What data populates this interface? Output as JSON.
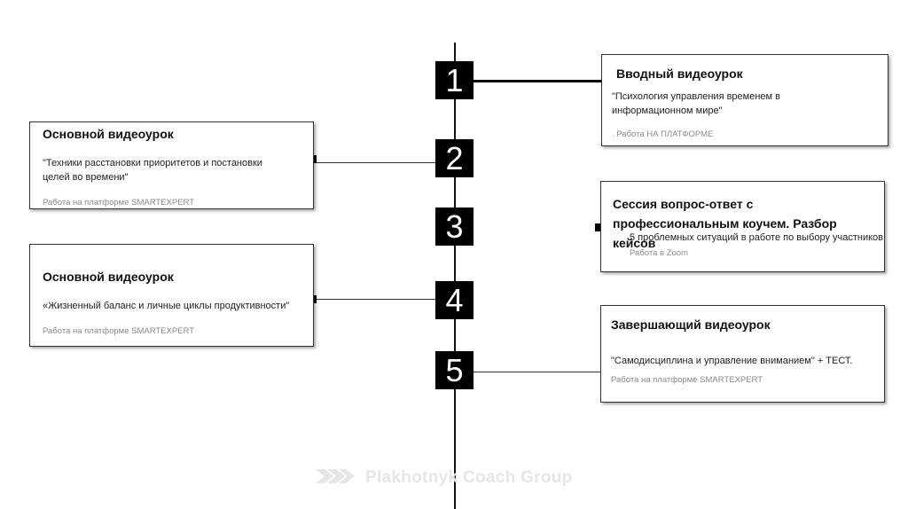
{
  "steps": [
    "1",
    "2",
    "3",
    "4",
    "5"
  ],
  "lessons": [
    {
      "title": "Вводный видеоурок",
      "description": "\"Психология управления временем в информационном мире\"",
      "platform": ". Работа НА ПЛАТФОРМЕ"
    },
    {
      "title": "Основной видеоурок",
      "description": "\"Техники расстановки приоритетов и постановки целей во времени\"",
      "platform": "Работа на платформе SMARTEXPERT"
    },
    {
      "title": "Сессия вопрос-ответ  с  профессиональным коучем. Разбор кейсов",
      "description": "5 проблемных ситуаций в работе по выбору участников",
      "platform": "Работа в Zoom"
    },
    {
      "title": "Основной видеоурок",
      "description": "«Жизненный баланс и личные циклы продуктивности\"",
      "platform": "Работа на платформе SMARTEXPERT"
    },
    {
      "title": "Завершающий видеоурок",
      "description": "\"Самодисциплина и управление вниманием\" + ТЕСТ.",
      "platform": "Работа на платформе SMARTEXPERT"
    }
  ],
  "watermark": {
    "text": "Plakhotnyk Coach Group",
    "icon": "double-chevron-icon"
  },
  "colors": {
    "step_fill": "#000000",
    "step_text": "#ffffff",
    "watermark": "#e6e6e6",
    "platform_text": "#8a8a8a"
  }
}
